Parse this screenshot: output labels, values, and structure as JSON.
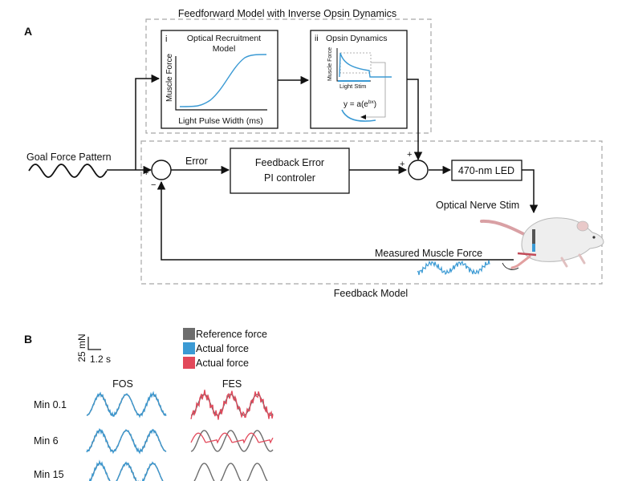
{
  "panel_a": {
    "panel_label": "A",
    "feedforward_title": "Feedforward Model with Inverse Opsin Dynamics",
    "subpanel_i": {
      "roman": "i",
      "title_line1": "Optical Recruitment",
      "title_line2": "Model",
      "ylabel": "Muscle Force",
      "xlabel": "Light Pulse Width (ms)"
    },
    "subpanel_ii": {
      "roman": "ii",
      "title": "Opsin Dynamics",
      "ylabel": "Muscle Force",
      "stim_label": "Light Stim",
      "equation_prefix": "y = a(e",
      "equation_exp": "bx",
      "equation_suffix": ")"
    },
    "goal_force_label": "Goal Force Pattern",
    "error_label": "Error",
    "controller_line1": "Feedback Error",
    "controller_line2": "PI controler",
    "led_label": "470-nm LED",
    "nerve_stim_label": "Optical Nerve Stim",
    "measured_force_label": "Measured Muscle Force",
    "feedback_model_label": "Feedback Model",
    "sign_plus": "+",
    "sign_minus": "−"
  },
  "panel_b": {
    "panel_label": "B",
    "scale_y": "25 mN",
    "scale_x": "1.2 s",
    "legend": [
      {
        "label": "Reference force",
        "color": "#6d6d6d"
      },
      {
        "label": "Actual force",
        "color": "#3b9ad4"
      },
      {
        "label": "Actual force",
        "color": "#e2485a"
      }
    ],
    "col_fos": "FOS",
    "col_fes": "FES",
    "rows": [
      "Min 0.1",
      "Min 6",
      "Min 15"
    ]
  },
  "colors": {
    "blue": "#3b9ad4",
    "red": "#e2485a",
    "gray": "#6d6d6d",
    "dashed": "#a8a8a8",
    "mouse_tail": "#d9a0a4"
  }
}
